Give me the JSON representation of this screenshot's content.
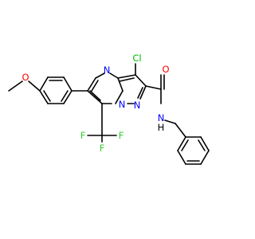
{
  "molecule": {
    "colors": {
      "bond": "#000000",
      "oxygen": "#ff0000",
      "nitrogen": "#0000ff",
      "chlorine": "#00bb00",
      "fluorine": "#33cc33",
      "hydrogen": "#000000"
    },
    "atoms": {
      "o_methoxy": "O",
      "cl": "Cl",
      "o_carbonyl": "O",
      "n_ring_a": "N",
      "n_ring_b": "N",
      "n_ring_c": "N",
      "n_amide": "N",
      "h_amide": "H",
      "f1": "F",
      "f2": "F",
      "f3": "F"
    }
  }
}
